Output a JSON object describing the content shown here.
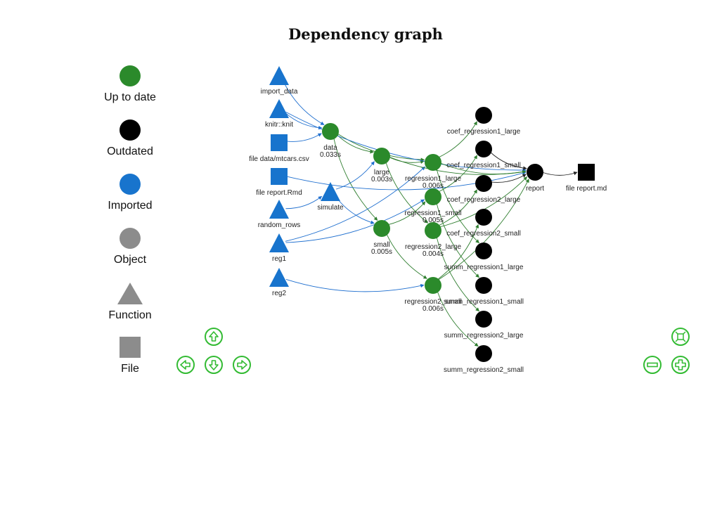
{
  "title": "Dependency graph",
  "legend": [
    {
      "label": "Up to date",
      "shape": "circle",
      "color": "#2b8a2b"
    },
    {
      "label": "Outdated",
      "shape": "circle",
      "color": "#000000"
    },
    {
      "label": "Imported",
      "shape": "circle",
      "color": "#1874cd"
    },
    {
      "label": "Object",
      "shape": "circle",
      "color": "#8c8c8c"
    },
    {
      "label": "Function",
      "shape": "triangle",
      "color": "#8c8c8c"
    },
    {
      "label": "File",
      "shape": "square",
      "color": "#8c8c8c"
    }
  ],
  "colors": {
    "uptodate": "#2b8a2b",
    "outdated": "#000000",
    "imported": "#1874cd",
    "edge_imported": "#1f6fcf",
    "edge_uptodate": "#2e7d2e",
    "edge_outdated": "#222222",
    "nav": "#33bb33"
  },
  "nodes": {
    "import_data": {
      "label": "import_data",
      "time": "",
      "status": "imported",
      "shape": "triangle"
    },
    "knitr_knit": {
      "label": "knitr::knit",
      "time": "",
      "status": "imported",
      "shape": "triangle"
    },
    "file_data": {
      "label": "file data/mtcars.csv",
      "time": "",
      "status": "imported",
      "shape": "square"
    },
    "file_report_rmd": {
      "label": "file report.Rmd",
      "time": "",
      "status": "imported",
      "shape": "square"
    },
    "random_rows": {
      "label": "random_rows",
      "time": "",
      "status": "imported",
      "shape": "triangle"
    },
    "reg1": {
      "label": "reg1",
      "time": "",
      "status": "imported",
      "shape": "triangle"
    },
    "reg2": {
      "label": "reg2",
      "time": "",
      "status": "imported",
      "shape": "triangle"
    },
    "simulate": {
      "label": "simulate",
      "time": "",
      "status": "imported",
      "shape": "triangle"
    },
    "data": {
      "label": "data",
      "time": "0.033s",
      "status": "uptodate",
      "shape": "circle"
    },
    "large": {
      "label": "large",
      "time": "0.003s",
      "status": "uptodate",
      "shape": "circle"
    },
    "small": {
      "label": "small",
      "time": "0.005s",
      "status": "uptodate",
      "shape": "circle"
    },
    "regression1_large": {
      "label": "regression1_large",
      "time": "0.006s",
      "status": "uptodate",
      "shape": "circle"
    },
    "regression1_small": {
      "label": "regression1_small",
      "time": "0.005s",
      "status": "uptodate",
      "shape": "circle"
    },
    "regression2_large": {
      "label": "regression2_large",
      "time": "0.004s",
      "status": "uptodate",
      "shape": "circle"
    },
    "regression2_small": {
      "label": "regression2_small",
      "time": "0.006s",
      "status": "uptodate",
      "shape": "circle"
    },
    "coef_regression1_large": {
      "label": "coef_regression1_large",
      "time": "",
      "status": "outdated",
      "shape": "circle"
    },
    "coef_regression1_small": {
      "label": "coef_regression1_small",
      "time": "",
      "status": "outdated",
      "shape": "circle"
    },
    "coef_regression2_large": {
      "label": "coef_regression2_large",
      "time": "",
      "status": "outdated",
      "shape": "circle"
    },
    "coef_regression2_small": {
      "label": "coef_regression2_small",
      "time": "",
      "status": "outdated",
      "shape": "circle"
    },
    "summ_regression1_large": {
      "label": "summ_regression1_large",
      "time": "",
      "status": "outdated",
      "shape": "circle"
    },
    "summ_regression1_small": {
      "label": "summ_regression1_small",
      "time": "",
      "status": "outdated",
      "shape": "circle"
    },
    "summ_regression2_large": {
      "label": "summ_regression2_large",
      "time": "",
      "status": "outdated",
      "shape": "circle"
    },
    "summ_regression2_small": {
      "label": "summ_regression2_small",
      "time": "",
      "status": "outdated",
      "shape": "circle"
    },
    "report": {
      "label": "report",
      "time": "",
      "status": "outdated",
      "shape": "circle"
    },
    "file_report_md": {
      "label": "file report.md",
      "time": "",
      "status": "outdated",
      "shape": "square"
    }
  },
  "edges": [
    [
      "import_data",
      "data"
    ],
    [
      "knitr_knit",
      "data"
    ],
    [
      "file_data",
      "data"
    ],
    [
      "data",
      "large"
    ],
    [
      "data",
      "small"
    ],
    [
      "data",
      "regression1_large"
    ],
    [
      "random_rows",
      "simulate"
    ],
    [
      "simulate",
      "large"
    ],
    [
      "simulate",
      "small"
    ],
    [
      "reg1",
      "regression1_large"
    ],
    [
      "reg1",
      "regression1_small"
    ],
    [
      "reg2",
      "regression2_small"
    ],
    [
      "large",
      "regression1_large"
    ],
    [
      "large",
      "regression2_large"
    ],
    [
      "large",
      "report"
    ],
    [
      "small",
      "regression1_small"
    ],
    [
      "small",
      "regression2_small"
    ],
    [
      "knitr_knit",
      "report"
    ],
    [
      "file_report_rmd",
      "report"
    ],
    [
      "regression1_large",
      "coef_regression1_large"
    ],
    [
      "regression1_large",
      "summ_regression1_large"
    ],
    [
      "regression1_large",
      "report"
    ],
    [
      "regression1_small",
      "coef_regression1_small"
    ],
    [
      "regression1_small",
      "summ_regression1_small"
    ],
    [
      "regression2_large",
      "coef_regression2_large"
    ],
    [
      "regression2_large",
      "summ_regression2_large"
    ],
    [
      "regression2_large",
      "report"
    ],
    [
      "regression2_small",
      "coef_regression2_small"
    ],
    [
      "regression2_small",
      "summ_regression2_small"
    ],
    [
      "regression2_small",
      "report"
    ],
    [
      "coef_regression1_small",
      "report"
    ],
    [
      "coef_regression2_large",
      "report"
    ],
    [
      "report",
      "file_report_md"
    ]
  ],
  "controls": {
    "pan_up": "arrow-up-icon",
    "pan_down": "arrow-down-icon",
    "pan_left": "arrow-left-icon",
    "pan_right": "arrow-right-icon",
    "fit": "fit-icon",
    "zoom_out": "zoom-out-icon",
    "zoom_in": "zoom-in-icon"
  }
}
